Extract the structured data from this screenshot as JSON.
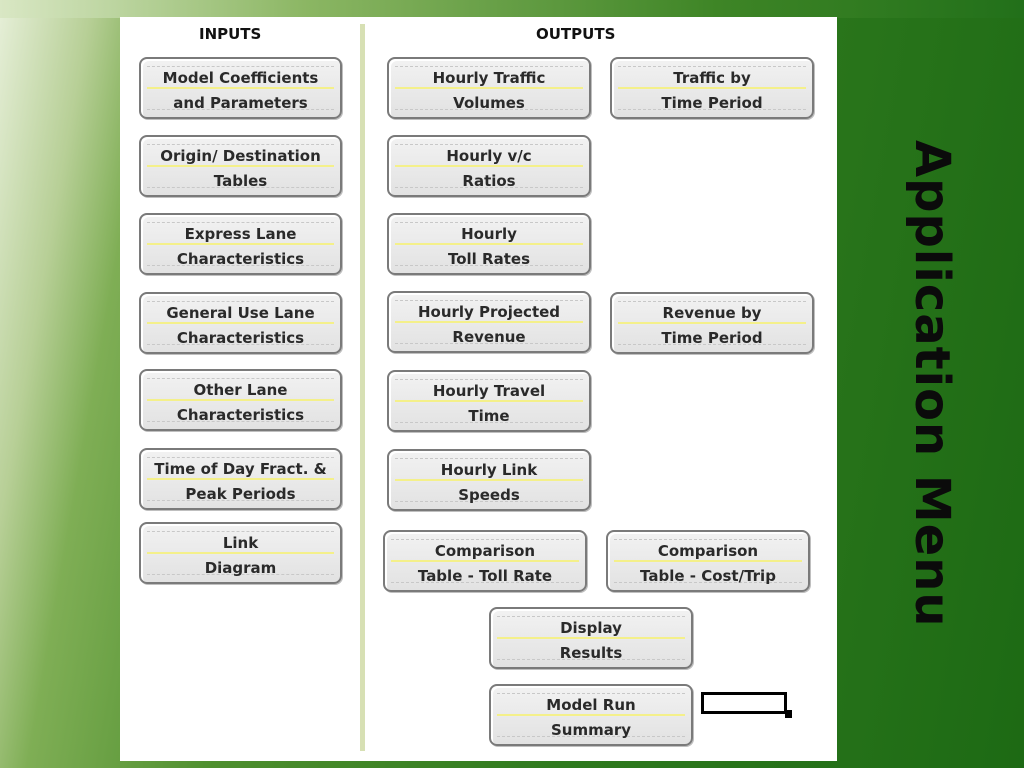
{
  "slide_title": "Application Menu",
  "inputs_heading": "INPUTS",
  "outputs_heading": "OUTPUTS",
  "inputs": [
    {
      "line1": "Model Coefficients",
      "line2": "and Parameters"
    },
    {
      "line1": "Origin/ Destination",
      "line2": "Tables"
    },
    {
      "line1": "Express Lane",
      "line2": "Characteristics"
    },
    {
      "line1": "General Use Lane",
      "line2": "Characteristics"
    },
    {
      "line1": "Other Lane",
      "line2": "Characteristics"
    },
    {
      "line1": "Time of Day Fract. &",
      "line2": "Peak Periods"
    },
    {
      "line1": "Link",
      "line2": "Diagram"
    }
  ],
  "outputs": [
    {
      "line1": "Hourly Traffic",
      "line2": "Volumes"
    },
    {
      "line1": "Traffic by",
      "line2": "Time Period"
    },
    {
      "line1": "Hourly v/c",
      "line2": "Ratios"
    },
    {
      "line1": "Hourly",
      "line2": "Toll Rates"
    },
    {
      "line1": "Hourly Projected",
      "line2": "Revenue"
    },
    {
      "line1": "Revenue by",
      "line2": "Time Period"
    },
    {
      "line1": "Hourly Travel",
      "line2": "Time"
    },
    {
      "line1": "Hourly Link",
      "line2": "Speeds"
    },
    {
      "line1": "Comparison",
      "line2": "Table - Toll Rate"
    },
    {
      "line1": "Comparison",
      "line2": "Table - Cost/Trip"
    },
    {
      "line1": "Display",
      "line2": "Results"
    },
    {
      "line1": "Model Run",
      "line2": "Summary"
    }
  ]
}
